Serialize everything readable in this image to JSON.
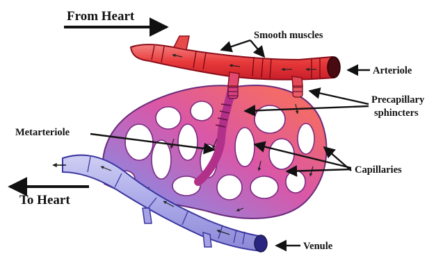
{
  "labels": {
    "from_heart": "From Heart",
    "to_heart": "To Heart",
    "smooth_muscles": "Smooth muscles",
    "arteriole": "Arteriole",
    "precapillary_line1": "Precapillary",
    "precapillary_line2": "sphincters",
    "metarteriole": "Metarteriole",
    "capillaries": "Capillaries",
    "venule": "Venule"
  },
  "colors": {
    "arteriole": "#e8383a",
    "capillary_mid": "#d45aa8",
    "venule": "#a9a6e6",
    "text": "#111111"
  }
}
